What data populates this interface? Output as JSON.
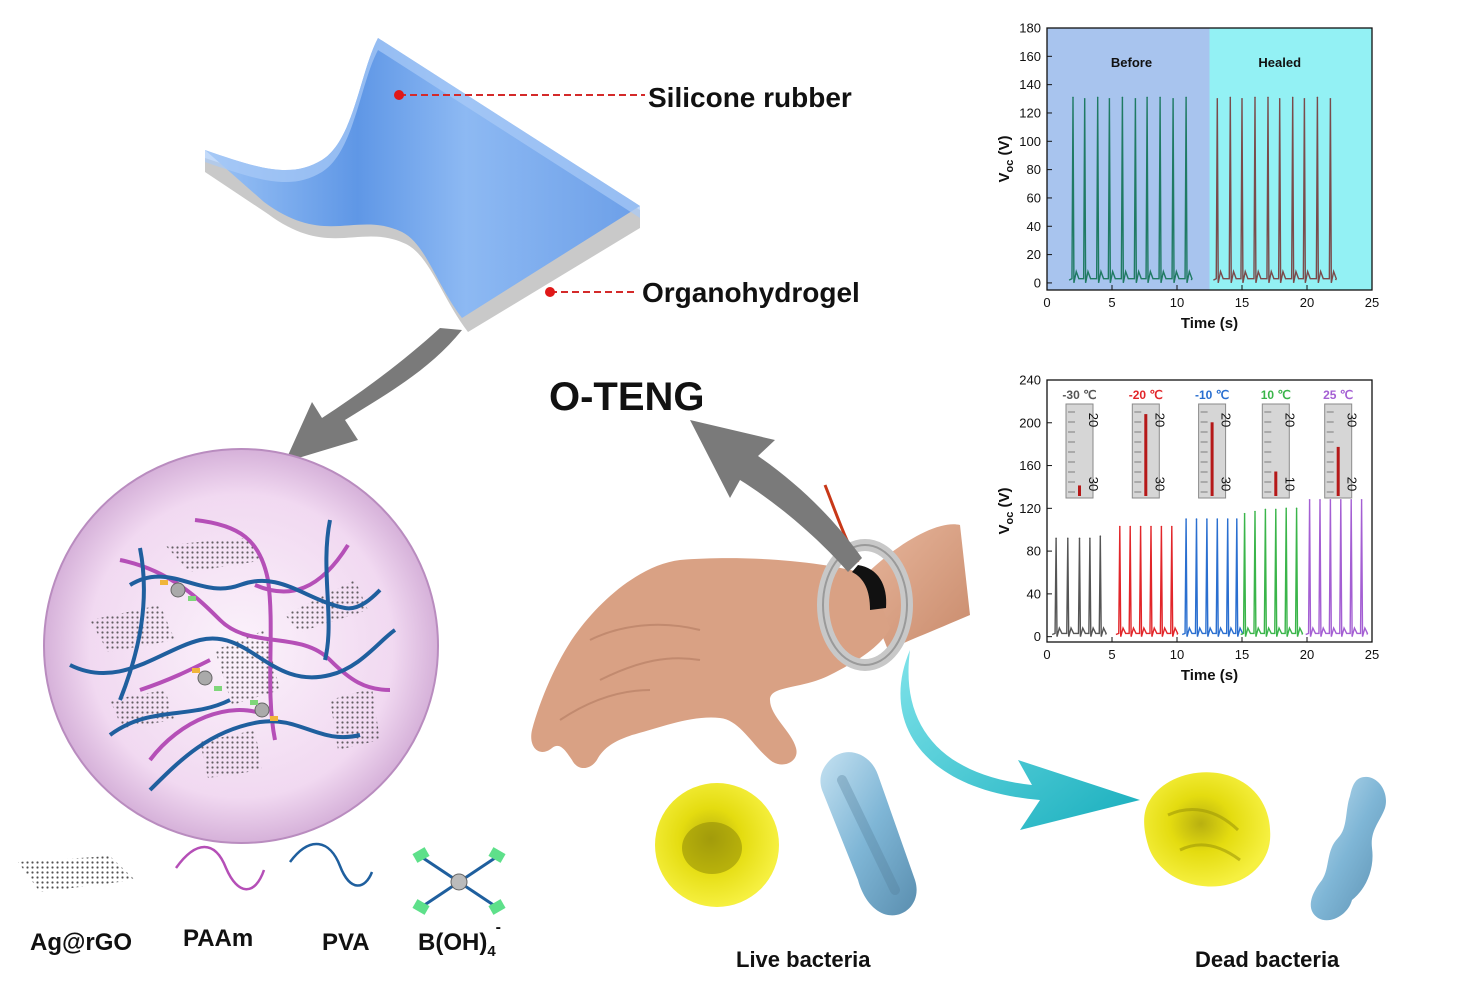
{
  "labels": {
    "silicone": "Silicone rubber",
    "organo": "Organohydrogel",
    "oteng": "O-TENG",
    "live": "Live bacteria",
    "dead": "Dead bacteria"
  },
  "legend": {
    "agrgo": "Ag@rGO",
    "paam": "PAAm",
    "pva": "PVA",
    "boh": "B(OH)",
    "boh_sub": "4",
    "boh_sup": "-"
  },
  "colors": {
    "slab_top": "#7fb1f2",
    "slab_side": "#9fc6f7",
    "slab_base": "#c9c9c9",
    "paam": "#b54fb7",
    "pva": "#1f5f9e",
    "arrow_gray": "#7a7a7a",
    "arrow_cyan": "#28c4d2",
    "bacteria_yellow": "#e8e000",
    "bacteria_blue": "#9ac8e2",
    "skin": "#d9a184"
  },
  "chart1": {
    "xlabel": "Time (s)",
    "ylabel": "V",
    "ylabel_sub": "oc",
    "ylabel_unit": " (V)",
    "region_before": "Before",
    "region_healed": "Healed",
    "xticks": [
      "0",
      "5",
      "10",
      "15",
      "20",
      "25"
    ],
    "yticks": [
      "0",
      "20",
      "40",
      "60",
      "80",
      "100",
      "120",
      "140",
      "160",
      "180"
    ]
  },
  "chart2": {
    "xlabel": "Time (s)",
    "ylabel": "V",
    "ylabel_sub": "oc",
    "ylabel_unit": " (V)",
    "xticks": [
      "0",
      "5",
      "10",
      "15",
      "20",
      "25"
    ],
    "yticks": [
      "0",
      "40",
      "80",
      "120",
      "160",
      "200",
      "240"
    ],
    "temps": [
      "-30 ℃",
      "-20 ℃",
      "-10 ℃",
      "10 ℃",
      "25 ℃"
    ],
    "thermo_nums": [
      [
        "20",
        "30"
      ],
      [
        "20",
        "30"
      ],
      [
        "20",
        "30"
      ],
      [
        "20",
        "10"
      ],
      [
        "30",
        "20"
      ]
    ]
  },
  "chart_data": [
    {
      "type": "line",
      "xlabel": "Time (s)",
      "ylabel": "Voc (V)",
      "xlim": [
        0,
        25
      ],
      "ylim": [
        -5,
        180
      ],
      "regions": [
        {
          "name": "Before",
          "x": [
            0,
            12.5
          ],
          "color": "#a8c4ee"
        },
        {
          "name": "Healed",
          "x": [
            12.5,
            25
          ],
          "color": "#93f1f4"
        }
      ],
      "series": [
        {
          "color": "#1f7a63",
          "peak_times": [
            2.0,
            2.9,
            3.9,
            4.8,
            5.8,
            6.8,
            7.7,
            8.7,
            9.7,
            10.7
          ],
          "peak_values": [
            131,
            130,
            131,
            130,
            131,
            130,
            131,
            131,
            130,
            131
          ],
          "baseline": 2
        },
        {
          "color": "#7a4b4b",
          "peak_times": [
            13.1,
            14.1,
            15.0,
            16.0,
            17.0,
            17.9,
            18.9,
            19.8,
            20.8,
            21.8
          ],
          "peak_values": [
            130,
            131,
            130,
            131,
            131,
            130,
            131,
            130,
            131,
            130
          ],
          "baseline": 2
        }
      ]
    },
    {
      "type": "line",
      "xlabel": "Time (s)",
      "ylabel": "Voc (V)",
      "xlim": [
        0,
        25
      ],
      "ylim": [
        -5,
        240
      ],
      "series": [
        {
          "name": "-30 ℃",
          "color": "#555555",
          "peak_times": [
            0.7,
            1.6,
            2.5,
            3.3,
            4.1
          ],
          "peak_values": [
            92,
            92,
            92,
            92,
            94
          ]
        },
        {
          "name": "-20 ℃",
          "color": "#e2262a",
          "peak_times": [
            5.6,
            6.4,
            7.2,
            8.0,
            8.8,
            9.6
          ],
          "peak_values": [
            103,
            103,
            103,
            103,
            103,
            103
          ]
        },
        {
          "name": "-10 ℃",
          "color": "#2a6fd0",
          "peak_times": [
            10.7,
            11.5,
            12.3,
            13.1,
            13.9,
            14.6
          ],
          "peak_values": [
            110,
            110,
            110,
            110,
            110,
            110
          ]
        },
        {
          "name": "10 ℃",
          "color": "#3ab54a",
          "peak_times": [
            15.2,
            16.0,
            16.8,
            17.6,
            18.4,
            19.2
          ],
          "peak_values": [
            115,
            117,
            119,
            119,
            120,
            120
          ]
        },
        {
          "name": "25 ℃",
          "color": "#a45fd3",
          "peak_times": [
            20.2,
            21.0,
            21.8,
            22.6,
            23.4,
            24.2
          ],
          "peak_values": [
            128,
            128,
            128,
            128,
            128,
            128
          ]
        }
      ]
    }
  ]
}
